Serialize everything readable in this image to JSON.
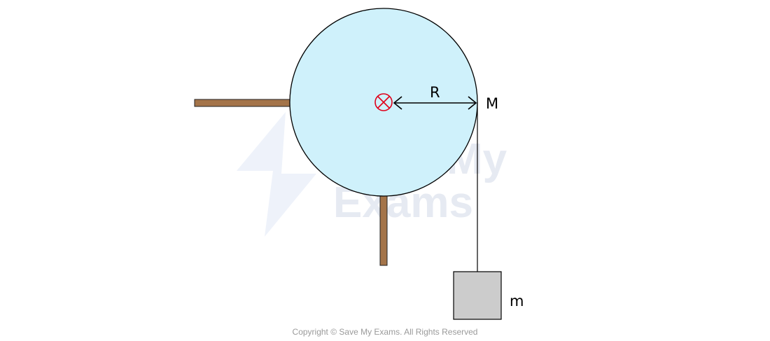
{
  "watermark": {
    "line1": "Save My",
    "line2": "Exams"
  },
  "labels": {
    "radius": "R",
    "wheel_mass": "M",
    "hanging_mass": "m"
  },
  "colors": {
    "wheel_fill": "#cff1fb",
    "support": "#a47449",
    "block": "#cccccc",
    "axis_marker": "#e0001a"
  },
  "footer": {
    "copyright": "Copyright © Save My Exams. All Rights Reserved"
  }
}
